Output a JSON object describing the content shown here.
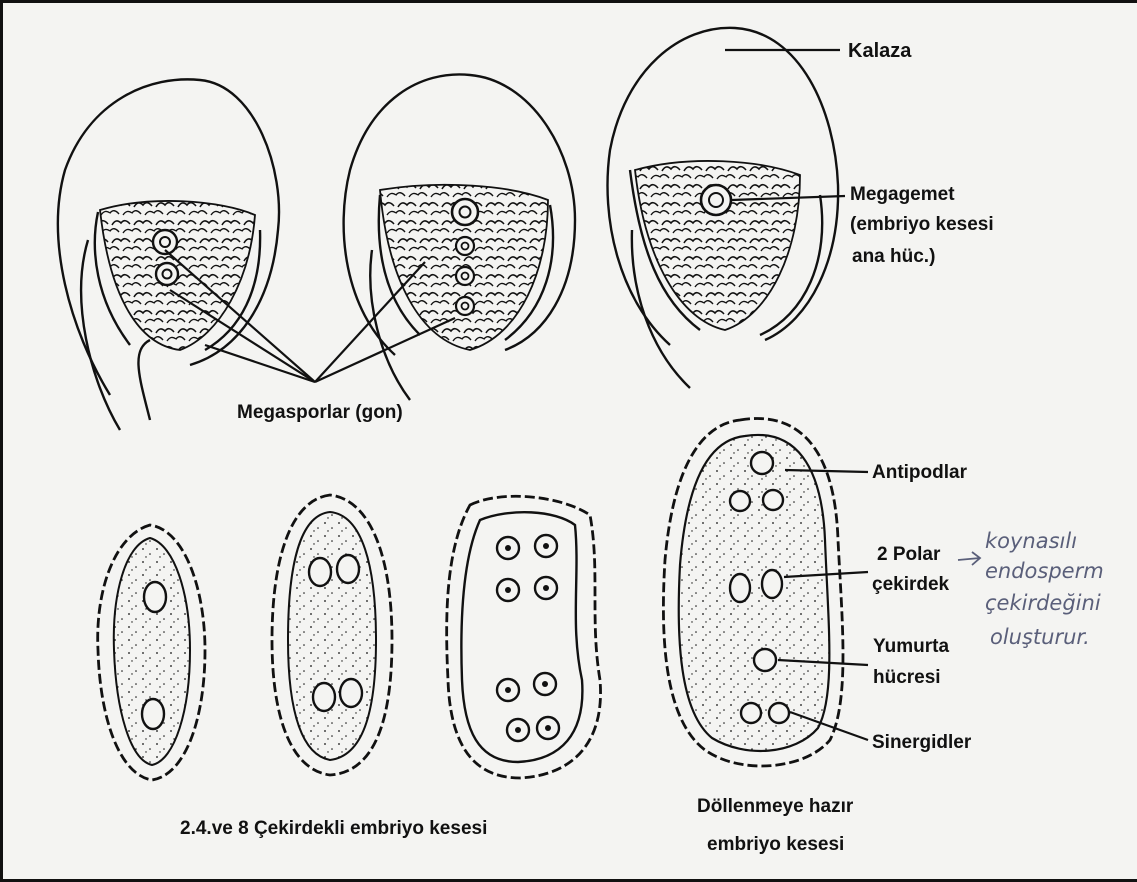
{
  "labels": {
    "kalaza": "Kalaza",
    "megagemet_1": "Megagemet",
    "megagemet_2": "(embriyo kesesi",
    "megagemet_3": "ana hüc.)",
    "megasporlar": "Megasporlar (gon)",
    "antipodlar": "Antipodlar",
    "polar_1": "2 Polar",
    "polar_2": "çekirdek",
    "yumurta_1": "Yumurta",
    "yumurta_2": "hücresi",
    "sinergidler": "Sinergidler",
    "caption_left": "2.4.ve 8 Çekirdekli embriyo kesesi",
    "caption_right_1": "Döllenmeye hazır",
    "caption_right_2": "embriyo kesesi"
  },
  "handwritten_note": {
    "line1": "koynasılı",
    "line2": "endosperm",
    "line3": "çekirdeğini",
    "line4": "oluşturur."
  },
  "colors": {
    "ink": "#111111",
    "paper": "#f4f4f2",
    "pencil": "#5a5f7a"
  }
}
